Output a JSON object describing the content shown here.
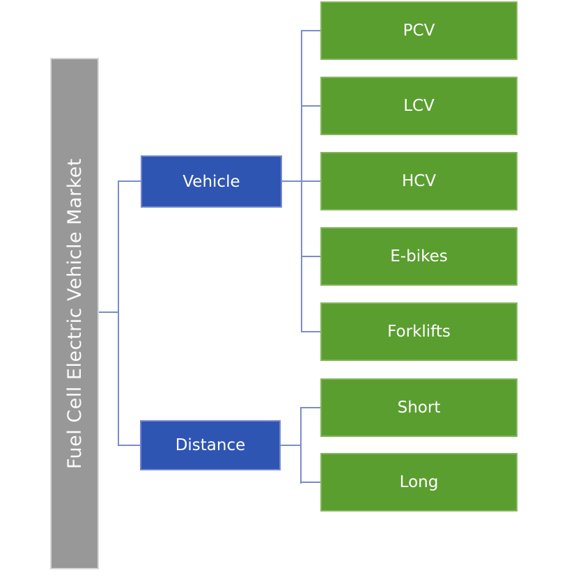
{
  "diagram": {
    "root_label": "Fuel Cell Electric Vehicle Market",
    "branches": [
      {
        "label": "Vehicle",
        "children": [
          "PCV",
          "LCV",
          "HCV",
          "E-bikes",
          "Forklifts"
        ]
      },
      {
        "label": "Distance",
        "children": [
          "Short",
          "Long"
        ]
      }
    ]
  },
  "colors": {
    "root_fill": "#989898",
    "branch_fill": "#2f55b3",
    "leaf_fill": "#5a9e30",
    "connector": "#7b8cc7",
    "label_text": "#ffffff",
    "background": "#ffffff"
  }
}
